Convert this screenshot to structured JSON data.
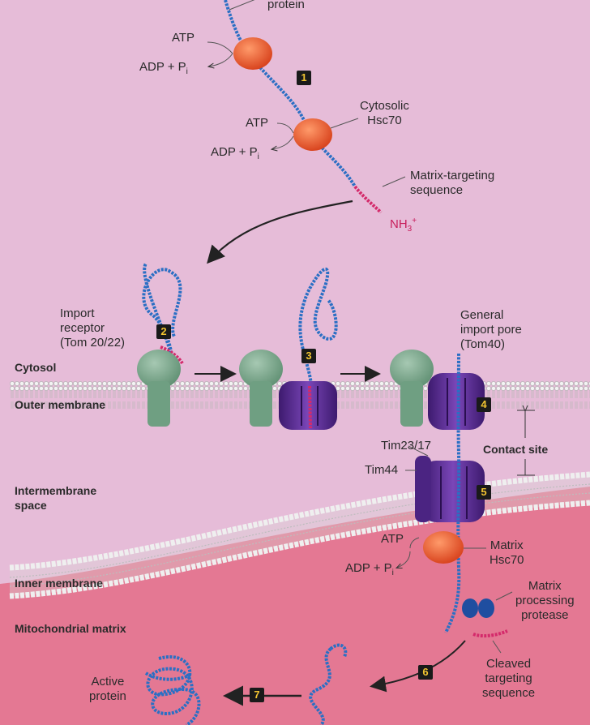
{
  "labels": {
    "top_protein": "protein",
    "atp": "ATP",
    "adp_pi": "ADP + P",
    "subscript_i": "i",
    "cytosolic_hsc70_1": "Cytosolic",
    "cytosolic_hsc70_2": "Hsc70",
    "matrix_targeting_1": "Matrix-targeting",
    "matrix_targeting_2": "sequence",
    "nh3": "NH",
    "nh3_sub": "3",
    "nh3_sup": "+",
    "import_receptor_1": "Import",
    "import_receptor_2": "receptor",
    "import_receptor_3": "(Tom 20/22)",
    "general_pore_1": "General",
    "general_pore_2": "import pore",
    "general_pore_3": "(Tom40)",
    "cytosol": "Cytosol",
    "outer_membrane": "Outer membrane",
    "tim23_17": "Tim23/17",
    "tim44": "Tim44",
    "contact_site": "Contact site",
    "intermembrane_1": "Intermembrane",
    "intermembrane_2": "space",
    "matrix_hsc70_1": "Matrix",
    "matrix_hsc70_2": "Hsc70",
    "inner_membrane": "Inner membrane",
    "matrix_protease_1": "Matrix",
    "matrix_protease_2": "processing",
    "matrix_protease_3": "protease",
    "mito_matrix": "Mitochondrial matrix",
    "cleaved_1": "Cleaved",
    "cleaved_2": "targeting",
    "cleaved_3": "sequence",
    "active_1": "Active",
    "active_2": "protein"
  },
  "steps": [
    "1",
    "2",
    "3",
    "4",
    "5",
    "6",
    "7"
  ],
  "colors": {
    "background": "#e6bcd8",
    "matrix": "#e47893",
    "chain": "#2b6fc4",
    "targeting": "#d42a6b",
    "hsc70": "#e3582f",
    "tom_receptor": "#7aa58a",
    "pore": "#5b2c92",
    "step_badge": "#1a1a1a",
    "step_text": "#f2c431"
  }
}
